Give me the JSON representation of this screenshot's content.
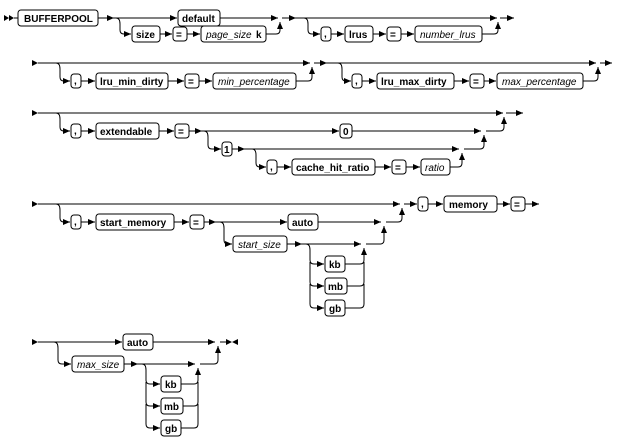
{
  "diagram": {
    "title": "BUFFERPOOL syntax diagram",
    "rows": [
      {
        "id": "row1",
        "start": "BUFFERPOOL",
        "tokens": {
          "bufferpool": "BUFFERPOOL",
          "default": "default",
          "size": "size",
          "eq": "=",
          "page_size": "page_size",
          "k": "k",
          "comma": ",",
          "lrus": "lrus",
          "eq2": "=",
          "number_lrus": "number_lrus"
        }
      },
      {
        "id": "row2",
        "tokens": {
          "comma1": ",",
          "lru_min_dirty": "lru_min_dirty",
          "eq1": "=",
          "min_percentage": "min_percentage",
          "comma2": ",",
          "lru_max_dirty": "lru_max_dirty",
          "eq2": "=",
          "max_percentage": "max_percentage"
        }
      },
      {
        "id": "row3",
        "tokens": {
          "comma": ",",
          "extendable": "extendable",
          "eq": "=",
          "zero": "0",
          "one": "1",
          "comma2": ",",
          "cache_hit_ratio": "cache_hit_ratio",
          "eq2": "=",
          "ratio": "ratio"
        }
      },
      {
        "id": "row4",
        "tokens": {
          "comma": ",",
          "start_memory": "start_memory",
          "eq": "=",
          "auto": "auto",
          "start_size": "start_size",
          "kb": "kb",
          "mb": "mb",
          "gb": "gb",
          "comma2": ",",
          "memory": "memory",
          "eq2": "="
        }
      },
      {
        "id": "row5",
        "tokens": {
          "auto": "auto",
          "max_size": "max_size",
          "kb": "kb",
          "mb": "mb",
          "gb": "gb"
        }
      }
    ]
  }
}
